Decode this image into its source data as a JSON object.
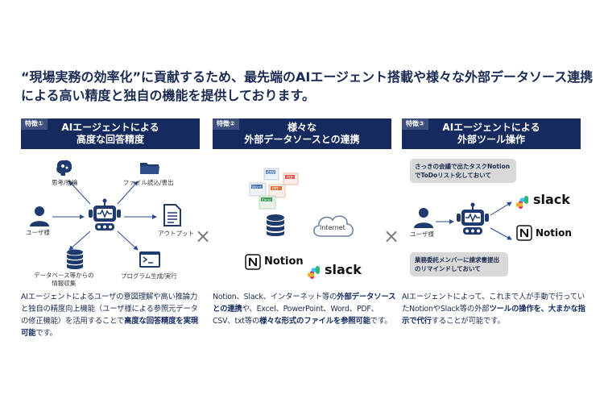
{
  "headline": {
    "line1": "“現場実務の効率化”に貢献するため、最先端のAIエージェント搭載や様々な外部データソース連携",
    "line2": "による高い精度と独自の機能を提供しております。"
  },
  "features": [
    {
      "badge": "特徴①",
      "title1": "AIエージェントによる",
      "title2": "高度な回答精度",
      "labels": {
        "thinking": "思考/推論",
        "file": "ファイル読込/書出",
        "user": "ユーザ様",
        "output": "アウトプット",
        "db1": "データベース等からの",
        "db2": "情報収集",
        "program": "プログラム生成/実行"
      },
      "desc": {
        "p1": "AIエージェントによるユーザの意図理解や高い推論力と独自の精度向上機能（ユーザ様による参照元データの修正機能）を活用することで",
        "b1": "高度な回答精度を実現可能",
        "p2": "です。"
      }
    },
    {
      "badge": "特徴②",
      "title1": "様々な",
      "title2": "外部データソースとの連携",
      "labels": {
        "internet": "Internet",
        "notion": "Notion",
        "slack": "slack",
        "csv": "CSV",
        "pdf": "PDF",
        "word": "Word",
        "ppt": "PPT",
        "excel": "Excel"
      },
      "desc": {
        "p1": "Notion、Slack、インターネット等の",
        "b1": "外部データソースとの連携",
        "p2": "や、Excel、PowerPoint、Word、PDF、CSV、txt等の",
        "b2": "様々な形式のファイルを参照可能",
        "p3": "です。"
      }
    },
    {
      "badge": "特徴③",
      "title1": "AIエージェントによる",
      "title2": "外部ツール操作",
      "bubble_top": "さっきの会議で出たタスクNotionでToDoリスト化しておいて",
      "bubble_bottom": "業務委託メンバーに請求書提出のリマインドしておいて",
      "labels": {
        "user": "ユーザ様",
        "slack": "slack",
        "notion": "Notion"
      },
      "desc": {
        "p1": "AIエージェントによって、これまで人が手動で行っていたNotionやSlack等の外部",
        "b1": "ツールの操作を、大まかな指示で代行",
        "p2": "することが可能です。"
      }
    }
  ],
  "separator": "×",
  "colors": {
    "navy": "#152a5e",
    "badge": "#3d4f7c",
    "icon": "#1e3a6e",
    "arrow": "#2a4a8a",
    "separator": "#7c7c7c"
  },
  "icons": [
    "brain-icon",
    "folder-icon",
    "user-icon",
    "robot-icon",
    "document-icon",
    "database-icon",
    "terminal-icon",
    "cloud-icon",
    "notion-icon",
    "slack-icon",
    "file-stack-icon"
  ]
}
